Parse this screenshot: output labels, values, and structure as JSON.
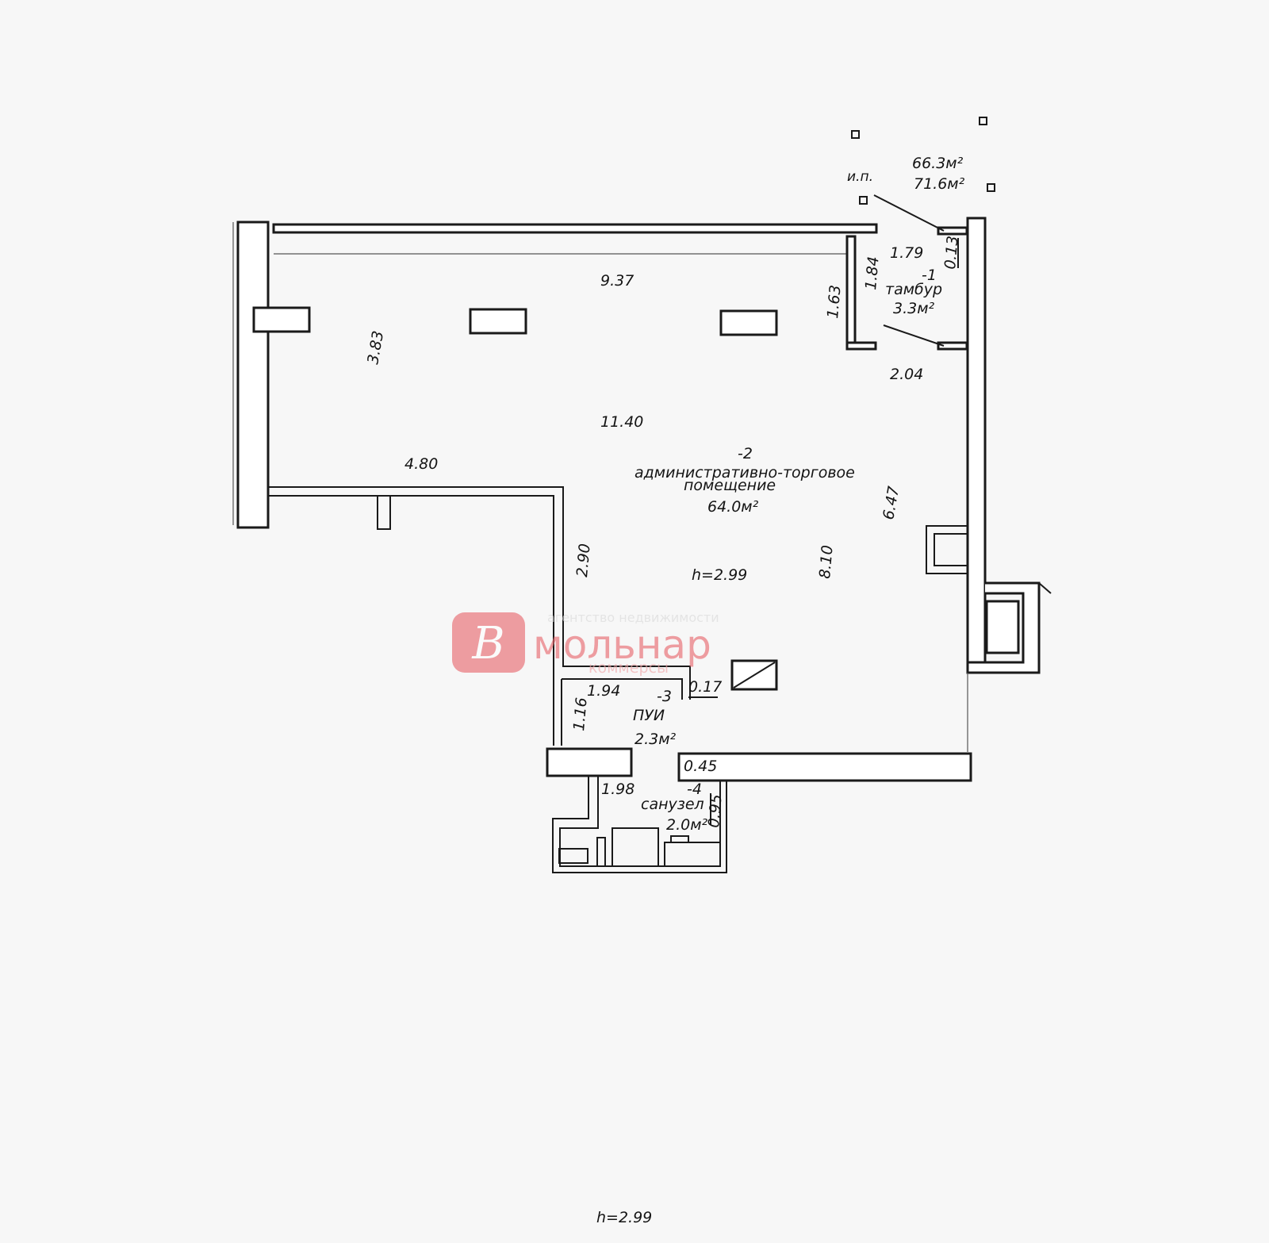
{
  "totals": {
    "area_1": "66.3м²",
    "area_2": "71.6м²",
    "ip_label": "и.п."
  },
  "dimensions": {
    "d_9_37": "9.37",
    "d_3_83": "3.83",
    "d_11_40": "11.40",
    "d_4_80": "4.80",
    "d_2_90": "2.90",
    "d_8_10": "8.10",
    "d_6_47": "6.47",
    "d_1_63": "1.63",
    "d_1_84": "1.84",
    "d_1_79": "1.79",
    "d_0_13": "0.13",
    "d_2_04": "2.04",
    "d_1_94": "1.94",
    "d_1_16": "1.16",
    "d_0_17": "0.17",
    "d_0_45": "0.45",
    "d_1_98": "1.98",
    "d_0_95": "0.95"
  },
  "rooms": {
    "tambur": {
      "number": "-1",
      "name": "тамбур",
      "area": "3.3м²"
    },
    "main": {
      "number": "-2",
      "name_line1": "административно-торговое",
      "name_line2": "помещение",
      "area": "64.0м²"
    },
    "pui": {
      "number": "-3",
      "name": "ПУИ",
      "area": "2.3м²"
    },
    "wc": {
      "number": "-4",
      "name": "санузел",
      "area": "2.0м²"
    }
  },
  "height_inner": "h=2.99",
  "height_bottom": "h=2.99",
  "watermark": {
    "tagline": "агентство недвижимости",
    "brand": "мольнар",
    "sub": "коммерсы",
    "color": "#e8666c"
  }
}
